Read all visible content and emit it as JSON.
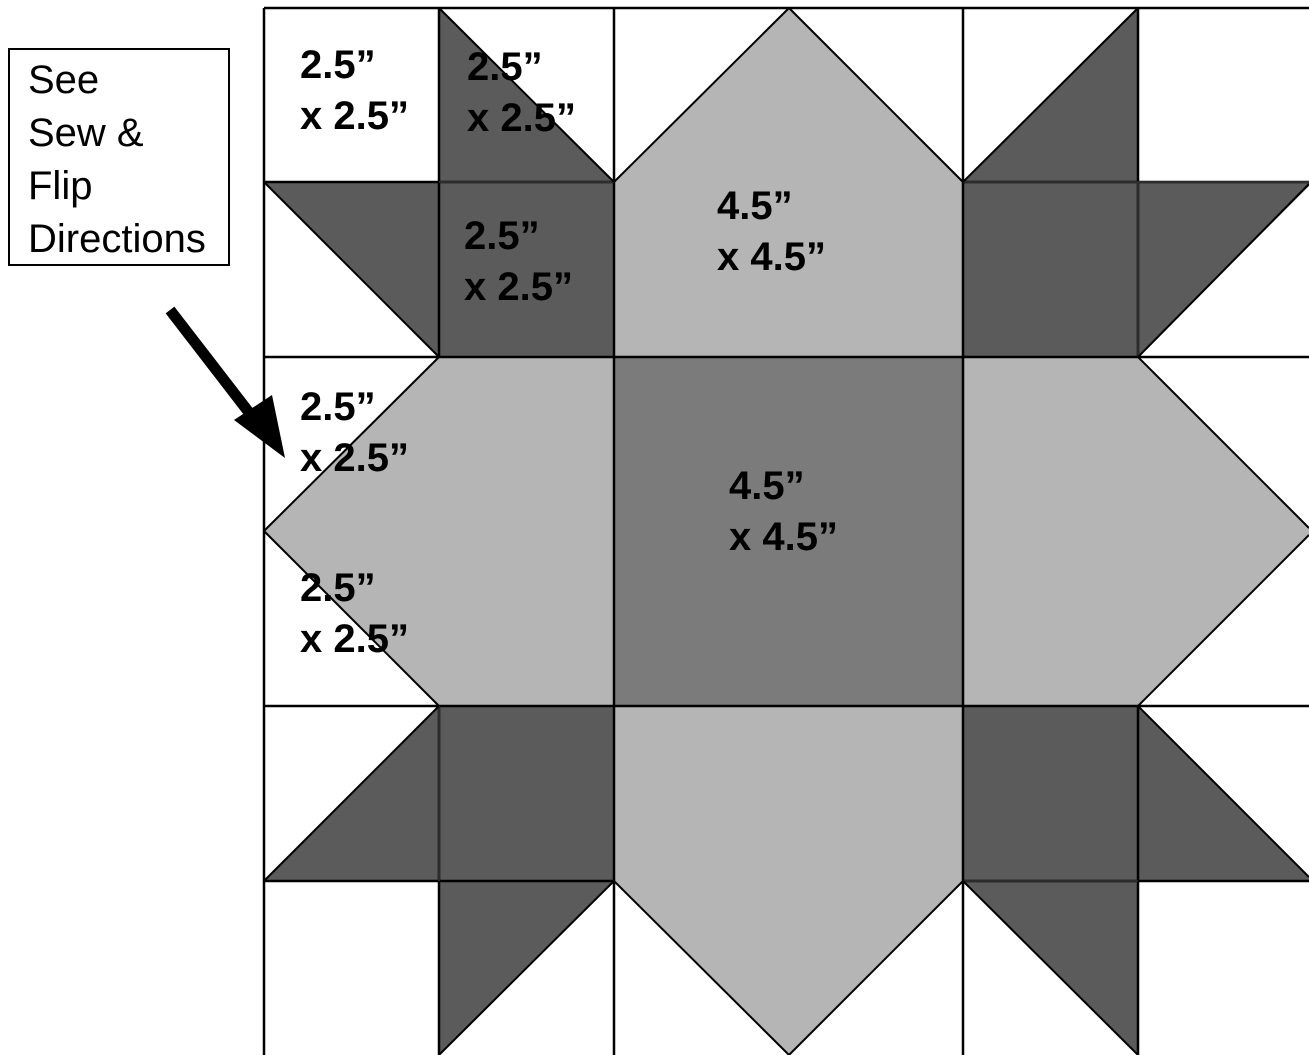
{
  "colors": {
    "background": "#ffffff",
    "dark": "#5b5b5b",
    "medium": "#7b7b7b",
    "light": "#b5b5b5",
    "line": "#000000"
  },
  "note": {
    "lines": [
      "See",
      "Sew &",
      "Flip",
      "Directions"
    ]
  },
  "labels": {
    "corner_square": {
      "line1": "2.5”",
      "line2": "x 2.5”"
    },
    "top_flying_geese_1": {
      "line1": "2.5”",
      "line2": "x 2.5”"
    },
    "top_flying_geese_2": {
      "line1": "2.5”",
      "line2": "x 2.5”"
    },
    "top_center": {
      "line1": "4.5”",
      "line2": "x 4.5”"
    },
    "left_flip_1": {
      "line1": "2.5”",
      "line2": "x 2.5”"
    },
    "left_flip_2": {
      "line1": "2.5”",
      "line2": "x 2.5”"
    },
    "center_square": {
      "line1": "4.5”",
      "line2": "x 4.5”"
    }
  },
  "icons": {
    "pointer": "arrow-icon"
  }
}
